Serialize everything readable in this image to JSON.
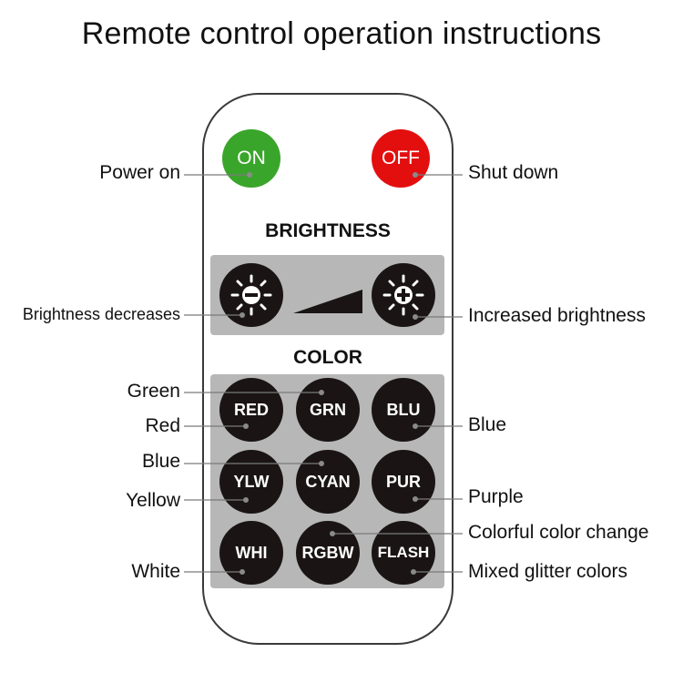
{
  "title": "Remote control operation instructions",
  "sections": {
    "brightness": "BRIGHTNESS",
    "color": "COLOR"
  },
  "buttons": {
    "on": "ON",
    "off": "OFF",
    "color_grid": [
      "RED",
      "GRN",
      "BLU",
      "YLW",
      "CYAN",
      "PUR",
      "WHI",
      "RGBW",
      "FLASH"
    ]
  },
  "colors": {
    "on_button": "#3aa52b",
    "off_button": "#e30f0f",
    "dark_button": "#1a1414",
    "panel": "#b7b7b7"
  },
  "callouts": {
    "power_on": "Power on",
    "shut_down": "Shut down",
    "brightness_decreases": "Brightness decreases",
    "increased_brightness": "Increased brightness",
    "green": "Green",
    "red": "Red",
    "blue_left": "Blue",
    "yellow": "Yellow",
    "white": "White",
    "blue_right": "Blue",
    "purple": "Purple",
    "colorful_color_change": "Colorful color change",
    "mixed_glitter_colors": "Mixed glitter colors"
  },
  "icons": {
    "brightness_down": "sun-minus-icon",
    "brightness_up": "sun-plus-icon",
    "ramp": "brightness-ramp-icon"
  }
}
